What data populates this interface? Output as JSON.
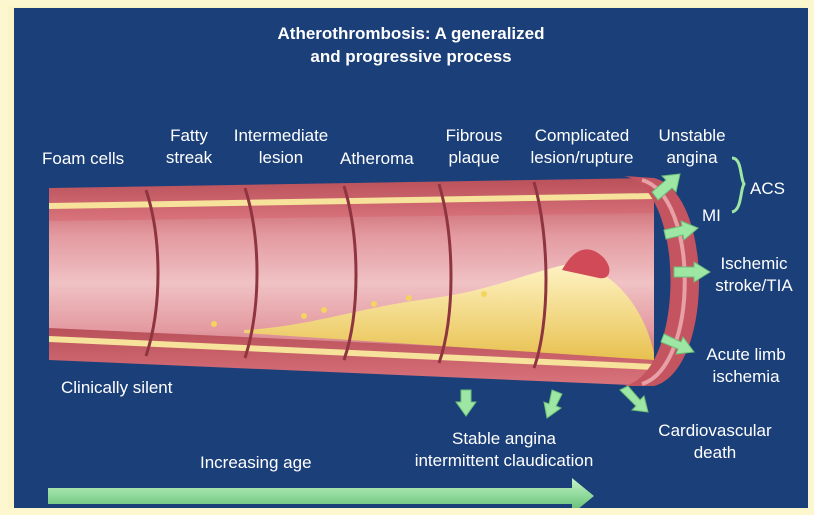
{
  "title": {
    "line1": "Atherothrombosis: A generalized",
    "line2": "and progressive process"
  },
  "stages": [
    {
      "line1": "Foam cells",
      "line2": ""
    },
    {
      "line1": "Fatty",
      "line2": "streak"
    },
    {
      "line1": "Intermediate",
      "line2": "lesion"
    },
    {
      "line1": "Atheroma",
      "line2": ""
    },
    {
      "line1": "Fibrous",
      "line2": "plaque"
    },
    {
      "line1": "Complicated",
      "line2": "lesion/rupture"
    }
  ],
  "outcomes": {
    "unstable_angina": {
      "line1": "Unstable",
      "line2": "angina"
    },
    "mi": "MI",
    "acs": "ACS",
    "stroke": {
      "line1": "Ischemic",
      "line2": "stroke/TIA"
    },
    "limb": {
      "line1": "Acute limb",
      "line2": "ischemia"
    },
    "death": {
      "line1": "Cardiovascular",
      "line2": "death"
    },
    "stable": {
      "line1": "Stable angina",
      "line2": "intermittent claudication"
    }
  },
  "clinically_silent": "Clinically silent",
  "increasing_age": "Increasing age",
  "colors": {
    "background": "#1b3f79",
    "arrow_fill": "#9ee6a4",
    "vessel_outer": "#cf6a73",
    "vessel_inner": "#e7a3a6",
    "plaque": "#f1d870",
    "text": "#ffffff"
  }
}
